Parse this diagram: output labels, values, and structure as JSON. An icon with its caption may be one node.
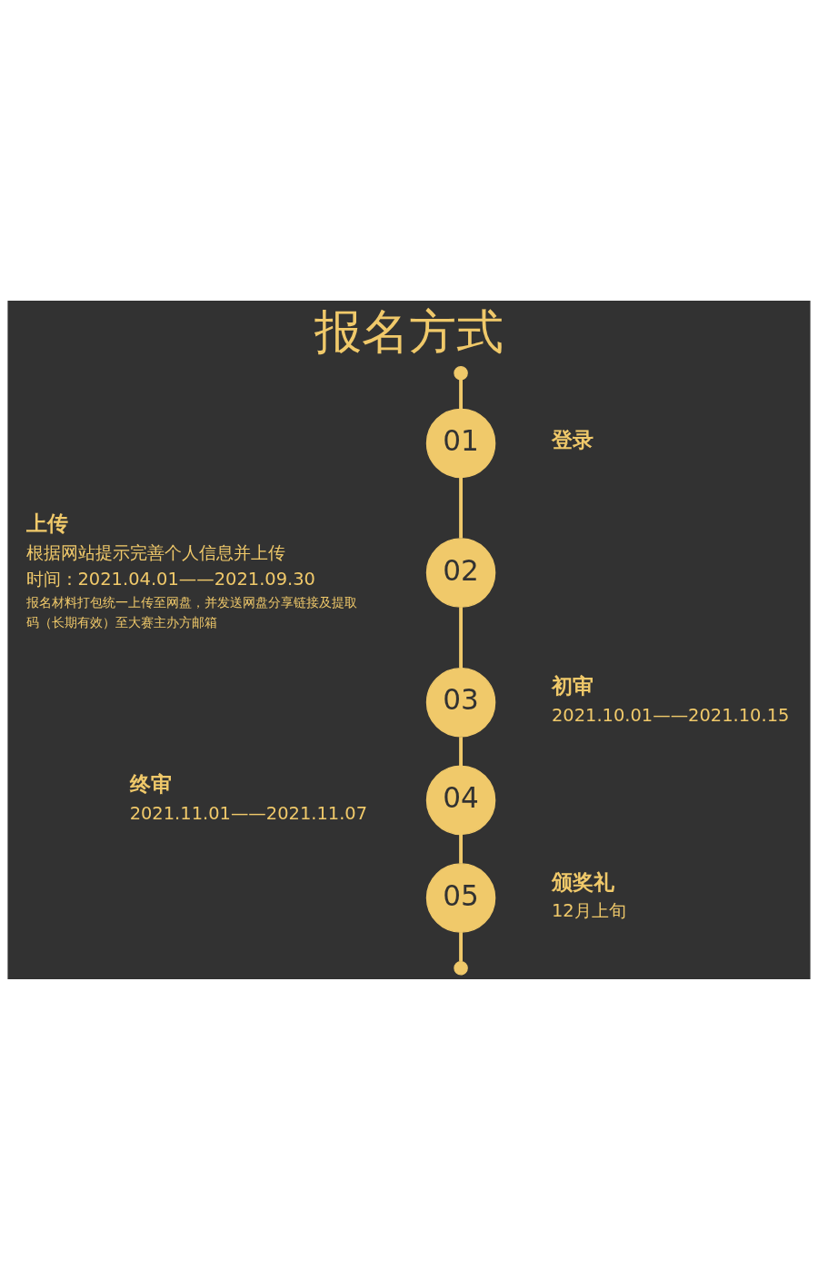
{
  "diagram": {
    "title": "报名方式",
    "nodes": [
      {
        "text": [],
        "shape": "circle"
      },
      {
        "text": [
          "01"
        ],
        "beside": [
          "登录"
        ]
      },
      {
        "text": [
          "02"
        ],
        "beside": [
          "上传",
          "根据网站提示完善个人信息并上传",
          "时间：2021.04.01——2021.09.30",
          "报名材料打包统一上传至网盘，并发送网盘分享链接及提取码（长期有效）至大赛主办方邮箱"
        ]
      },
      {
        "text": [
          "03"
        ],
        "beside": [
          "初审",
          "2021.10.01——2021.10.15"
        ]
      },
      {
        "text": [
          "04"
        ],
        "beside": [
          "终审",
          "2021.11.01——2021.11.07"
        ]
      },
      {
        "text": [
          "05"
        ],
        "beside": [
          "颁奖礼",
          "12月上旬"
        ]
      },
      {
        "text": [],
        "shape": "circle"
      }
    ],
    "edges": [
      {
        "from": 0,
        "to": 1,
        "arrow": "none"
      },
      {
        "from": 1,
        "to": 2,
        "arrow": "none"
      },
      {
        "from": 2,
        "to": 3,
        "arrow": "none"
      },
      {
        "from": 3,
        "to": 4,
        "arrow": "none"
      },
      {
        "from": 4,
        "to": 5,
        "arrow": "none"
      },
      {
        "from": 5,
        "to": 6,
        "arrow": "none"
      }
    ]
  }
}
